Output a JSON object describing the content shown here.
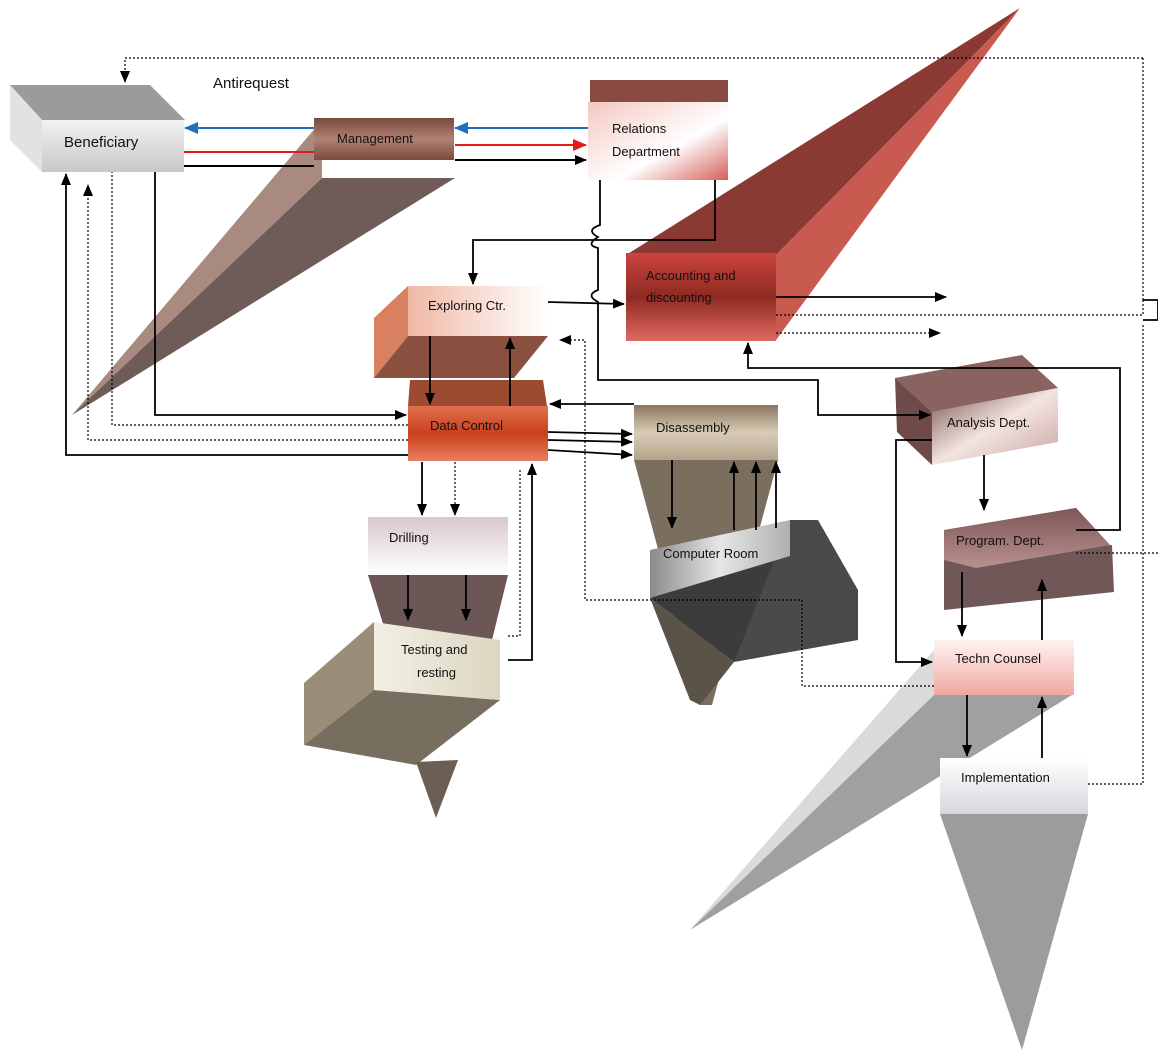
{
  "diagram": {
    "top_label": "Antirequest",
    "nodes": {
      "beneficiary": "Beneficiary",
      "management": "Management",
      "relations_line1": "Relations",
      "relations_line2": "Department",
      "accounting_line1": "Accounting and",
      "accounting_line2": "discounting",
      "exploring": "Exploring Ctr.",
      "data_control": "Data Control",
      "disassembly": "Disassembly",
      "analysis": "Analysis Dept.",
      "program": "Program. Dept.",
      "drilling": "Drilling",
      "computer_room": "Computer Room",
      "testing_line1": "Testing and",
      "testing_line2": "resting",
      "techn_counsel": "Techn Counsel",
      "implementation": "Implementation"
    },
    "colors": {
      "blue_arrow": "#1f6fbf",
      "red_arrow": "#e31b1b",
      "black_arrow": "#000000"
    }
  }
}
